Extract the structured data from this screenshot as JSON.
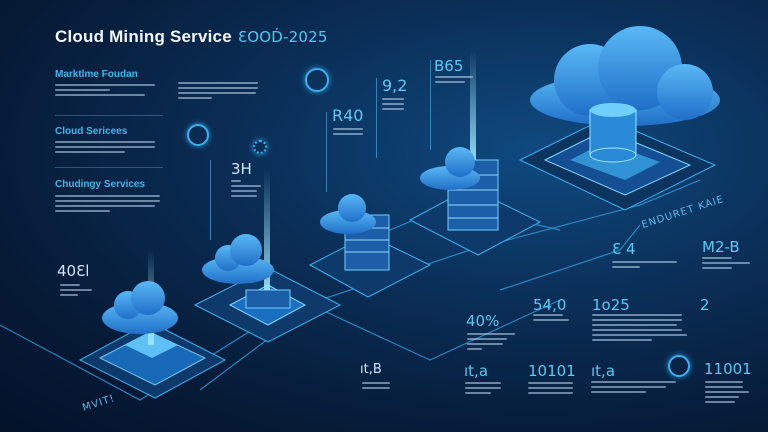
{
  "header": {
    "title": "Cloud Mining Service",
    "year_label": "ƐOOḊ-2025"
  },
  "sections": [
    {
      "heading": "Marktlme Foudan"
    },
    {
      "heading": "Cloud Sericees"
    },
    {
      "heading": "Chudingy Services"
    }
  ],
  "stats": {
    "s92": "9,2",
    "b65": "B65",
    "r40": "R40",
    "h3": "3H",
    "e40": "40Ɛl",
    "e4": "Ɛ 4",
    "m2b": "M2-B",
    "s540": "54,0",
    "i025": "1o25",
    "two": "2",
    "pct40": "40%",
    "itb": "ıt,B",
    "ita1": "ıt,a",
    "b10101": "10101",
    "ita2": "ıt,a",
    "b11001": "11001"
  },
  "platform_labels": {
    "large": "ENDURET KAIE",
    "small": "MVIT!"
  },
  "colors": {
    "accent": "#4ec8f2",
    "cloud": "#3a9be8",
    "background": "#0a2d55"
  }
}
